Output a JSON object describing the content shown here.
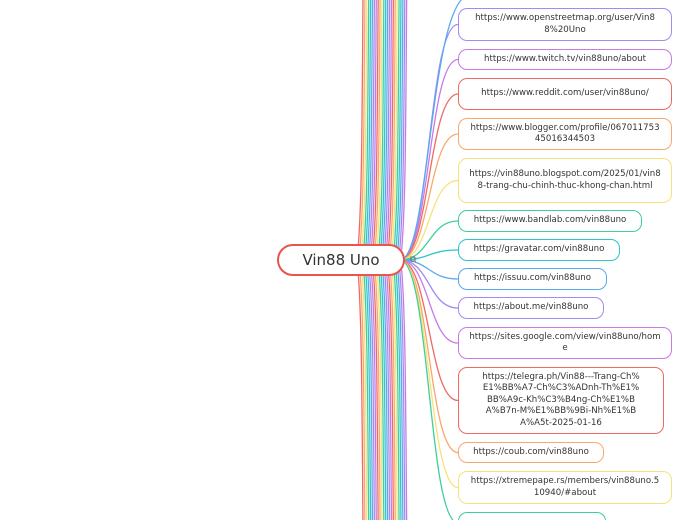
{
  "root": {
    "label": "Vin88 Uno"
  },
  "nodes": [
    {
      "text": "https://www.openstreetmap.org/user/Vin88%20Uno",
      "color": "#a08cf0"
    },
    {
      "text": "https://www.twitch.tv/vin88uno/about",
      "color": "#c77ae8"
    },
    {
      "text": "https://www.reddit.com/user/vin88uno/",
      "color": "#ee6a62"
    },
    {
      "text": "https://www.blogger.com/profile/06701175345016344503",
      "color": "#f8a86a"
    },
    {
      "text": "https://vin88uno.blogspot.com/2025/01/vin88-trang-chu-chinh-thuc-khong-chan.html",
      "color": "#f6e27a"
    },
    {
      "text": "https://www.bandlab.com/vin88uno",
      "color": "#3ecf9a"
    },
    {
      "text": "https://gravatar.com/vin88uno",
      "color": "#2fc5c9"
    },
    {
      "text": "https://issuu.com/vin88uno",
      "color": "#5aa9ef"
    },
    {
      "text": "https://about.me/vin88uno",
      "color": "#a08cf0"
    },
    {
      "text": "https://sites.google.com/view/vin88uno/home",
      "color": "#c77ae8"
    },
    {
      "text": "https://telegra.ph/Vin88---Trang-Ch%E1%BB%A7-Ch%C3%ADnh-Th%E1%BB%A9c-Kh%C3%B4ng-Ch%E1%BA%B7n-M%E1%BB%9Bi-Nh%E1%BA%A5t-2025-01-16",
      "color": "#ee6a62"
    },
    {
      "text": "https://coub.com/vin88uno",
      "color": "#f8a86a"
    },
    {
      "text": "https://xtremepape.rs/members/vin88uno.510940/#about",
      "color": "#f6e27a"
    },
    {
      "text": "",
      "color": "#3ecf9a"
    }
  ],
  "palette": [
    "#ee6a62",
    "#f8a86a",
    "#f6e27a",
    "#3ecf9a",
    "#2fc5c9",
    "#5aa9ef",
    "#a08cf0",
    "#c77ae8"
  ],
  "root_color": "#e8544e"
}
